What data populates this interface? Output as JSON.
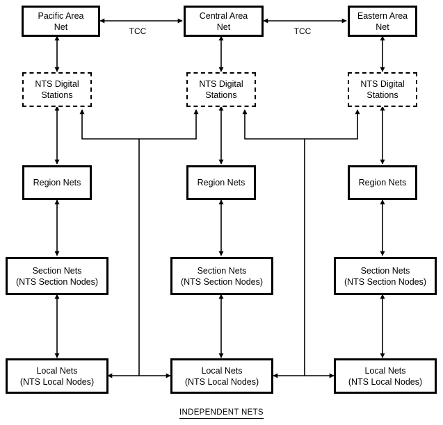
{
  "area_nets": {
    "pacific": [
      "Pacific Area",
      "Net"
    ],
    "central": [
      "Central Area",
      "Net"
    ],
    "eastern": [
      "Eastern Area",
      "Net"
    ]
  },
  "digital_stations": [
    "NTS Digital",
    "Stations"
  ],
  "region_nets": "Region Nets",
  "section_nets": [
    "Section Nets",
    "(NTS Section Nodes)"
  ],
  "local_nets": [
    "Local Nets",
    "(NTS Local Nodes)"
  ],
  "tcc_left": "TCC",
  "tcc_right": "TCC",
  "footer": "INDEPENDENT NETS",
  "colors": {
    "line": "#000000",
    "background": "#ffffff"
  }
}
